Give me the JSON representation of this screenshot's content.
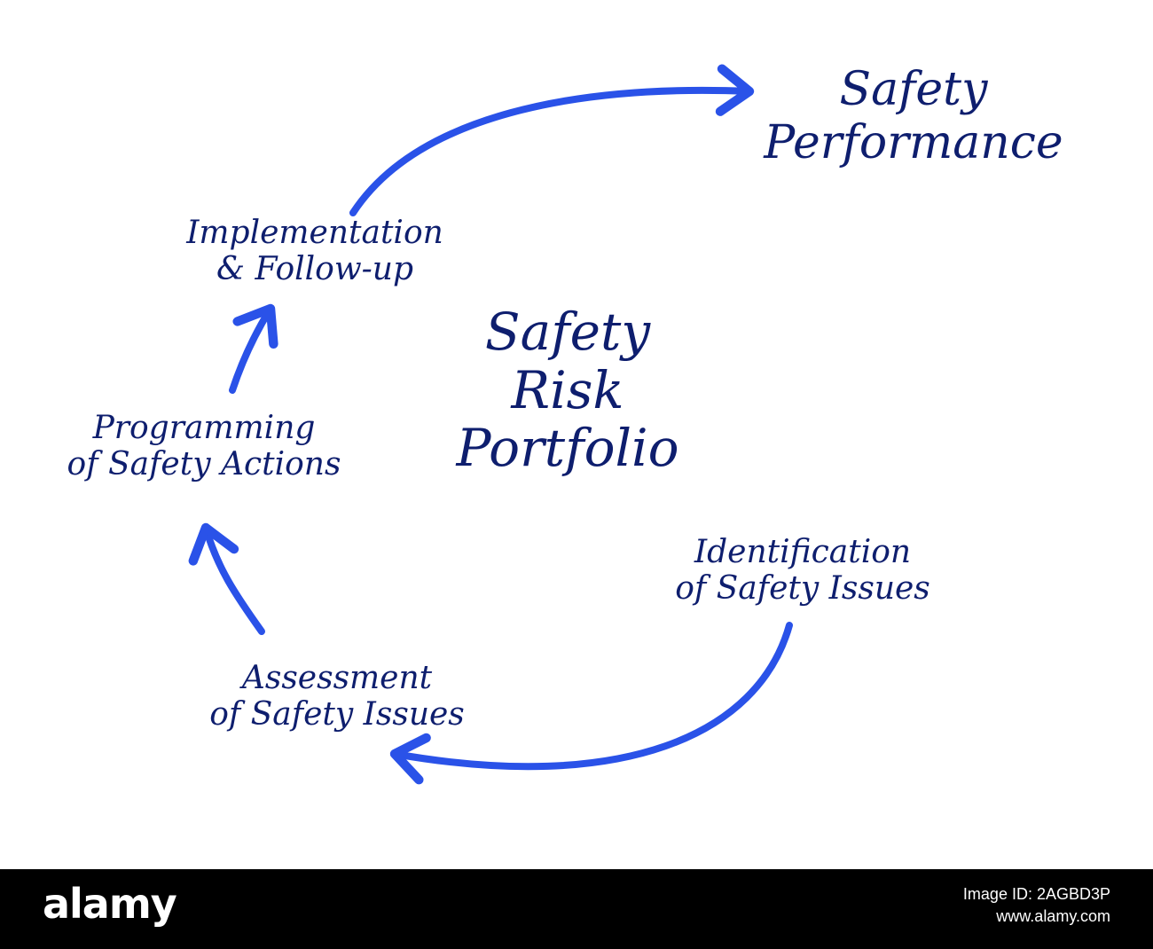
{
  "colors": {
    "background": "#ffffff",
    "text": "#0e1e6e",
    "arrow": "#2a52e8",
    "footer_background": "#000000",
    "footer_text": "#ffffff"
  },
  "center": {
    "lines": [
      "Safety",
      "Risk",
      "Portfolio"
    ]
  },
  "nodes": {
    "safety_performance": {
      "lines": [
        "Safety",
        "Performance"
      ]
    },
    "implementation": {
      "lines": [
        "Implementation",
        "& Follow-up"
      ]
    },
    "programming": {
      "lines": [
        "Programming",
        "of Safety Actions"
      ]
    },
    "identification": {
      "lines": [
        "Identification",
        "of Safety Issues"
      ]
    },
    "assessment": {
      "lines": [
        "Assessment",
        "of Safety Issues"
      ]
    }
  },
  "edges": [
    {
      "from": "identification",
      "to": "assessment",
      "icon": "curved-arrow"
    },
    {
      "from": "assessment",
      "to": "programming",
      "icon": "curved-arrow"
    },
    {
      "from": "programming",
      "to": "implementation",
      "icon": "curved-arrow"
    },
    {
      "from": "implementation",
      "to": "safety_performance",
      "icon": "curved-arrow"
    }
  ],
  "footer": {
    "logo": "alamy",
    "image_id": "Image ID: 2AGBD3P",
    "url": "www.alamy.com"
  }
}
